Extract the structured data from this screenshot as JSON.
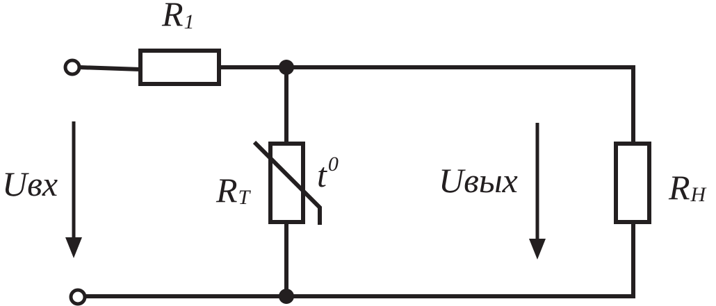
{
  "diagram": {
    "labels": {
      "r1_main": "R",
      "r1_sub": "1",
      "rt_main": "R",
      "rt_sub": "T",
      "temp_main": "t",
      "temp_sup": "0",
      "rh_main": "R",
      "rh_sub": "H",
      "u_in": "Uвх",
      "u_out": "Uвых"
    },
    "colors": {
      "ink": "#231f20",
      "background": "#ffffff"
    }
  }
}
